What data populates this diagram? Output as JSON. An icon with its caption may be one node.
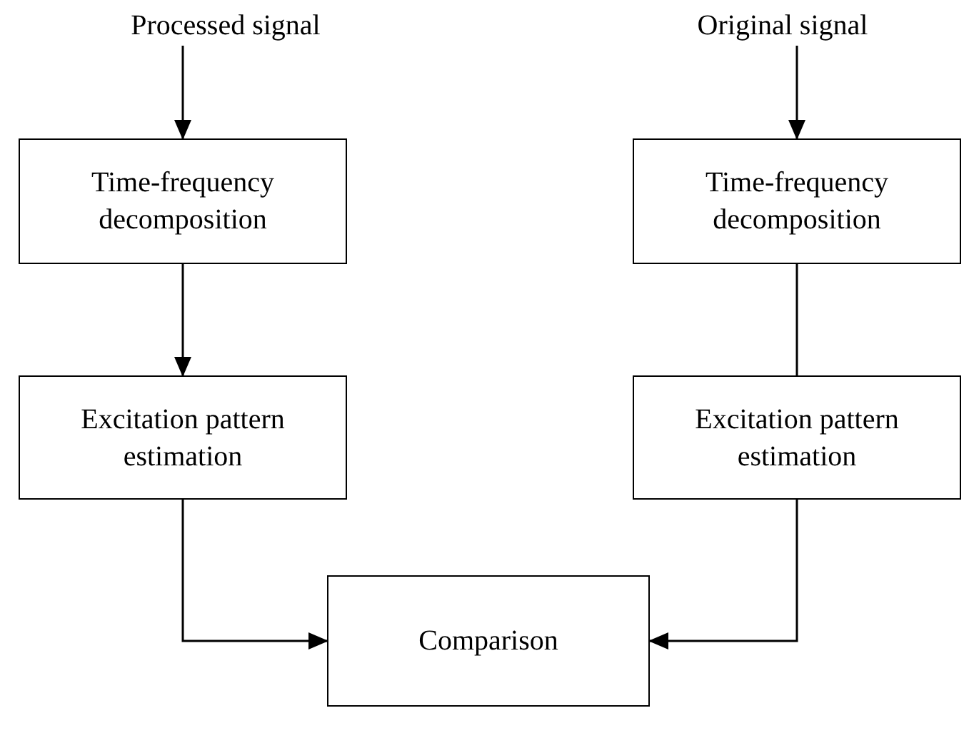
{
  "diagram": {
    "nodes": [
      {
        "text": [
          "Processed signal"
        ]
      },
      {
        "text": [
          "Original signal"
        ]
      },
      {
        "text": [
          "Time-frequency decomposition"
        ]
      },
      {
        "text": [
          "Time-frequency decomposition"
        ]
      },
      {
        "text": [
          "Excitation pattern estimation"
        ]
      },
      {
        "text": [
          "Excitation pattern estimation"
        ]
      },
      {
        "text": [
          "Comparison"
        ]
      }
    ],
    "edges": [
      {
        "from": 0,
        "to": 2,
        "arrow": "to"
      },
      {
        "from": 2,
        "to": 4,
        "arrow": "to"
      },
      {
        "from": 4,
        "to": 6,
        "arrow": "to"
      },
      {
        "from": 1,
        "to": 3,
        "arrow": "to"
      },
      {
        "from": 3,
        "to": 5,
        "arrow": "none"
      },
      {
        "from": 5,
        "to": 6,
        "arrow": "to"
      }
    ]
  }
}
